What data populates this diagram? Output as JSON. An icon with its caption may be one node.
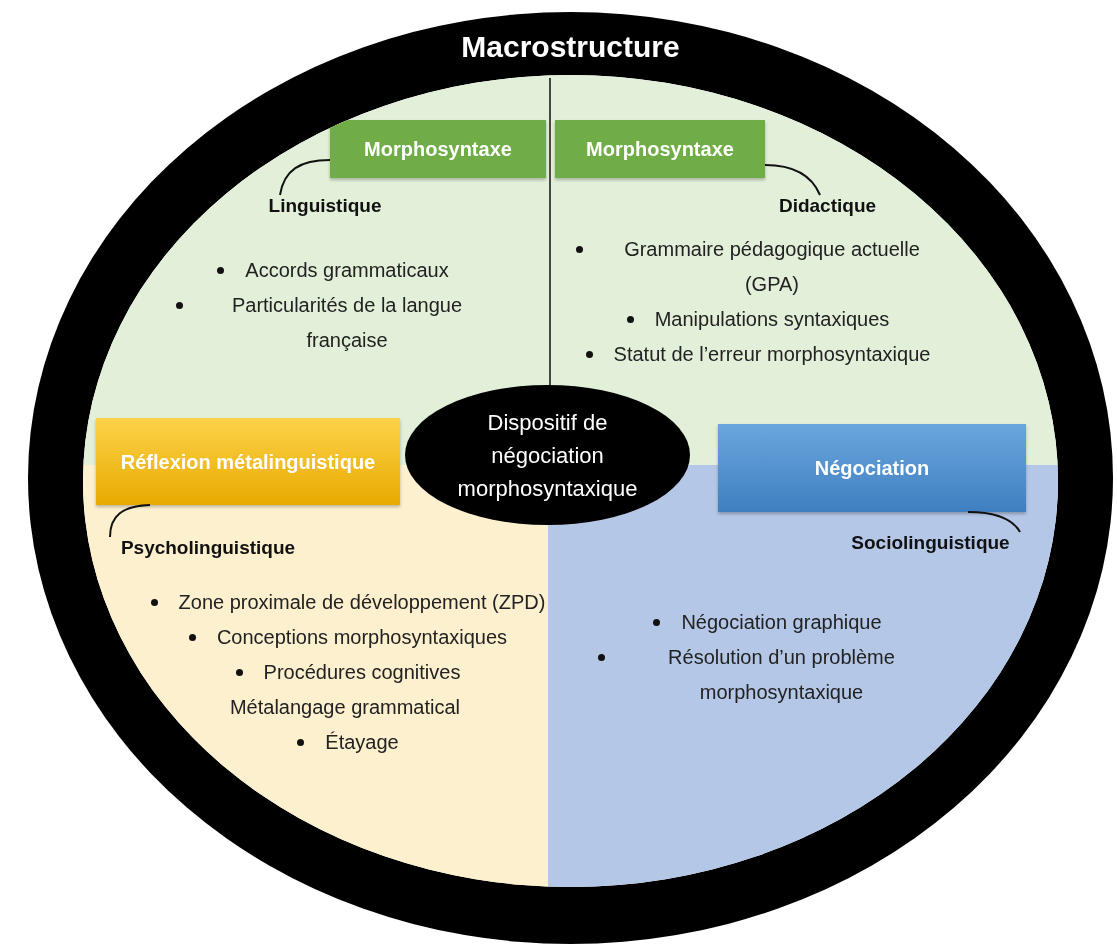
{
  "diagram": {
    "nodes": [
      {
        "text": [
          "Macrostructure"
        ]
      },
      {
        "text": [
          "Accords grammaticaux",
          "Particularités de la langue française"
        ],
        "in": 0
      },
      {
        "text": [
          "Morphosyntaxe"
        ],
        "in": 1
      },
      {
        "text": [
          "Linguistique"
        ],
        "in": 1
      },
      {
        "text": [
          "Grammaire pédagogique actuelle (GPA)",
          "Manipulations syntaxiques",
          "Statut de l’erreur morphosyntaxique"
        ],
        "in": 0
      },
      {
        "text": [
          "Morphosyntaxe"
        ],
        "in": 4
      },
      {
        "text": [
          "Didactique"
        ],
        "in": 4
      },
      {
        "text": [
          "Réflexion métalinguistique"
        ],
        "in": 0
      },
      {
        "text": [
          "Dispositif de négociation morphosyntaxique"
        ],
        "in": 0
      },
      {
        "text": [
          "Négociation"
        ],
        "in": 0
      },
      {
        "text": [
          "Zone proximale de développement (ZPD)",
          "Conceptions morphosyntaxiques",
          "Procédures cognitives",
          "Métalangage grammatical",
          "Étayage"
        ],
        "in": 0
      },
      {
        "text": [
          "Psycholinguistique"
        ],
        "in": 10
      },
      {
        "text": [
          "Négociation graphique",
          "Résolution d’un problème morphosyntaxique"
        ],
        "in": 0
      },
      {
        "text": [
          "Sociolinguistique"
        ],
        "in": 12
      }
    ],
    "edges": [
      {
        "from": 2,
        "to": 3,
        "arrow": "none"
      },
      {
        "from": 5,
        "to": 6,
        "arrow": "none"
      },
      {
        "from": 7,
        "to": 11,
        "arrow": "none"
      },
      {
        "from": 9,
        "to": 13,
        "arrow": "none"
      }
    ]
  }
}
